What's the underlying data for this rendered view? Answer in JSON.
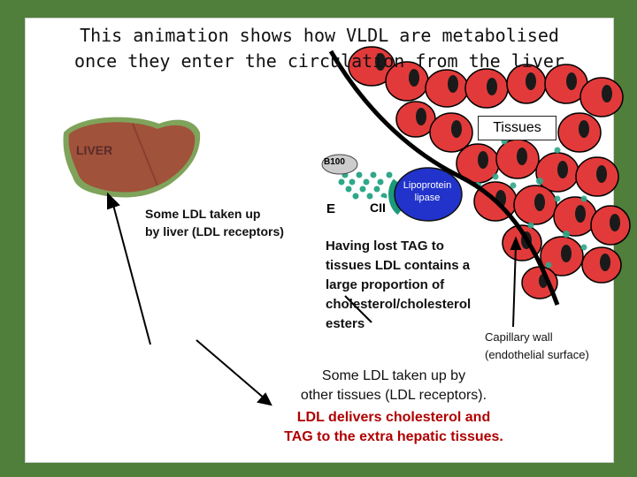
{
  "title": {
    "line1": "This animation shows how VLDL are metabolised",
    "line2": "once they enter the circulation from the liver"
  },
  "labels": {
    "tissues": "Tissues",
    "liver": "LIVER",
    "b100": "B100",
    "e": "E",
    "cii": "CII",
    "lipoprotein_lipase_1": "Lipoprotein",
    "lipoprotein_lipase_2": "lipase"
  },
  "text": {
    "ldl_liver_1": "Some LDL taken up",
    "ldl_liver_2": "by liver (LDL receptors)",
    "lost_1": "Having lost TAG to",
    "lost_2": "tissues LDL contains a",
    "lost_3": "large proportion of",
    "lost_4": "cholesterol/cholesterol",
    "lost_5": "esters",
    "capillary_1": "Capillary wall",
    "capillary_2": "(endothelial surface)",
    "other_1": "Some LDL taken up by",
    "other_2": "other tissues (LDL receptors).",
    "deliver_1": "LDL delivers cholesterol and",
    "deliver_2": "TAG to the extra hepatic tissues."
  },
  "colors": {
    "background": "#4f7f3a",
    "cell_red": "#e23a3a",
    "cell_nucleus": "#1a1a1a",
    "lipase_blue": "#2233cc",
    "particle_green": "#2fa88a",
    "liver_brown": "#a0523a",
    "liver_rim": "#7fa35a",
    "red_text": "#b00000"
  }
}
